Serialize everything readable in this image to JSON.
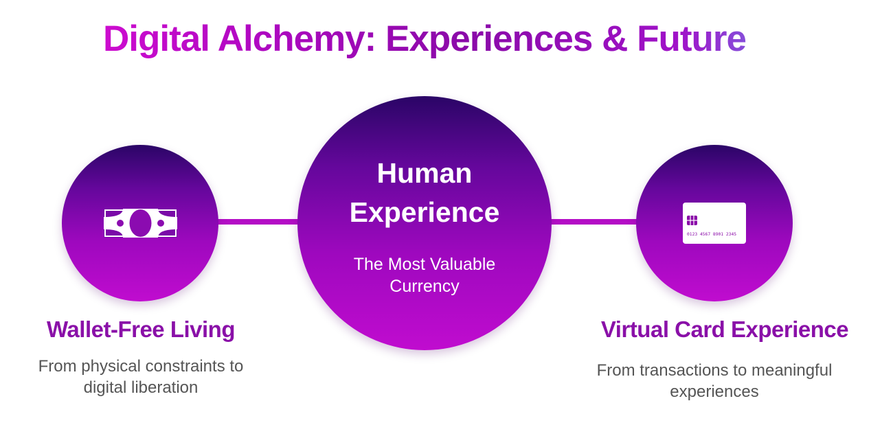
{
  "title": "Digital Alchemy: Experiences & Future",
  "center": {
    "title_line1": "Human",
    "title_line2": "Experience",
    "subtitle_line1": "The Most Valuable",
    "subtitle_line2": "Currency"
  },
  "left": {
    "icon": "banknote-icon",
    "title": "Wallet-Free Living",
    "desc_line1": "From physical constraints to",
    "desc_line2": "digital liberation"
  },
  "right": {
    "icon": "credit-card-icon",
    "card_number": "0123 4567 8901 2345",
    "title": "Virtual Card Experience",
    "desc_line1": "From transactions to meaningful",
    "desc_line2": "experiences"
  },
  "colors": {
    "circle_top": "#2a0566",
    "circle_bottom": "#c00ccf",
    "connector": "#b40dc6",
    "label_title": "#8a10a8",
    "label_desc": "#555555"
  }
}
